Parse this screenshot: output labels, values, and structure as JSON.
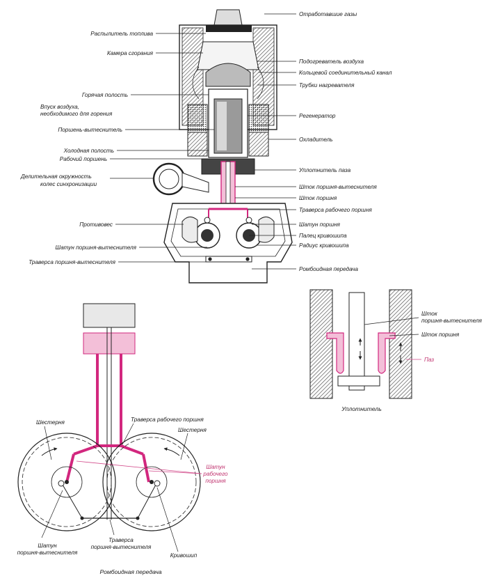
{
  "colors": {
    "ink": "#1b1b1b",
    "accent": "#d2277e",
    "hatch": "#555555"
  },
  "main_labels": {
    "exhaust": "Отработавшие газы",
    "fuel_sprayer": "Распылитель топлива",
    "combustion_chamber": "Камера сгорания",
    "air_preheater": "Подогреватель воздуха",
    "ring_channel": "Кольцевой соединительный канал",
    "heater_tubes": "Трубки нагревателя",
    "hot_space": "Горячая полость",
    "air_intake_1": "Впуск воздуха,",
    "air_intake_2": "необходимого для горения",
    "regenerator": "Регенератор",
    "displacer_piston": "Поршень-вытеснитель",
    "cooler": "Охладитель",
    "cold_space": "Холодная полость",
    "working_piston": "Рабочий поршень",
    "groove_seal": "Уплотнитель паза",
    "pitch_circle": "Делительная    окружность",
    "sync_gears": "колес синхронизации",
    "displacer_rod": "Шток поршня-вытеснителя",
    "piston_rod": "Шток поршня",
    "working_yoke": "Траверса рабочего поршня",
    "counterweight": "Противовес",
    "piston_conrod": "Шатун поршня",
    "crank_pin": "Палец кривошипа",
    "displacer_conrod": "Шатун поршня-вытеснителя",
    "crank_radius": "Радиус кривошипа",
    "displacer_yoke": "Траверса поршня-вытеснителя",
    "rhombic_drive": "Ромбоидная передача"
  },
  "seal_detail": {
    "displacer_rod_1": "Шток",
    "displacer_rod_2": "поршня-вытеснителя",
    "piston_rod": "Шток поршня",
    "groove": "Паз",
    "caption": "Уплотнитель"
  },
  "drive_detail": {
    "gear_left": "Шестерня",
    "gear_right": "Шестерня",
    "working_yoke": "Траверса рабочего поршня",
    "working_conrod_1": "Шатун",
    "working_conrod_2": "рабочего",
    "working_conrod_3": "поршня",
    "displacer_conrod_1": "Шатун",
    "displacer_conrod_2": "поршня-вытеснителя",
    "displacer_yoke_1": "Траверса",
    "displacer_yoke_2": "поршня-вытеснителя",
    "crank": "Кривошип",
    "caption": "Ромбоидная передача"
  }
}
